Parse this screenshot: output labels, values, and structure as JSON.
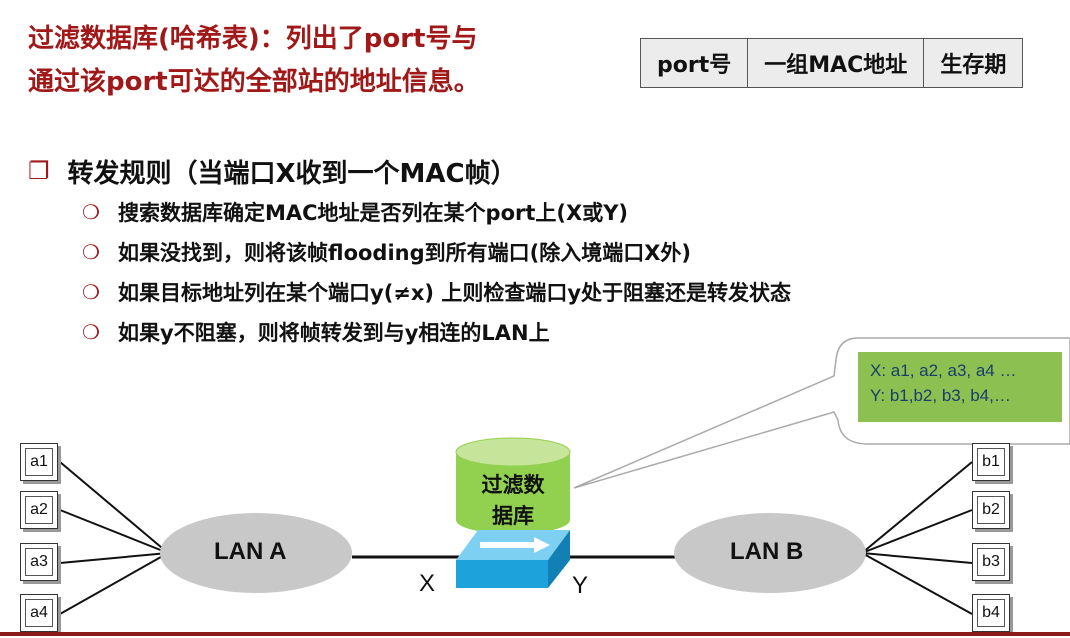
{
  "title": {
    "line1": "过滤数据库(哈希表)：列出了port号与",
    "line2": "通过该port可达的全部站的地址信息。"
  },
  "table_header": [
    "port号",
    "一组MAC地址",
    "生存期"
  ],
  "rules": {
    "heading": "转发规则（当端口X收到一个MAC帧）",
    "items": [
      "搜索数据库确定MAC地址是否列在某个port上(X或Y)",
      "如果没找到，则将该帧flooding到所有端口(除入境端口X外)",
      "如果目标地址列在某个端口y(≠x) 上则检查端口y处于阻塞还是转发状态",
      "如果y不阻塞，则将帧转发到与y相连的LAN上"
    ]
  },
  "callout": {
    "line1": "X: a1, a2, a3, a4 …",
    "line2": "Y: b1,b2, b3, b4,…"
  },
  "diagram": {
    "lan_a": "LAN A",
    "lan_b": "LAN B",
    "port_x": "X",
    "port_y": "Y",
    "db_line1": "过滤数",
    "db_line2": "据库",
    "hosts_a": [
      "a1",
      "a2",
      "a3",
      "a4"
    ],
    "hosts_b": [
      "b1",
      "b2",
      "b3",
      "b4"
    ]
  },
  "colors": {
    "title": "#a01818",
    "callout_fill": "#8cc152",
    "db_fill": "#92d050",
    "switch_fill": "#1ea2dc",
    "lan_fill": "#c8c8c8"
  }
}
